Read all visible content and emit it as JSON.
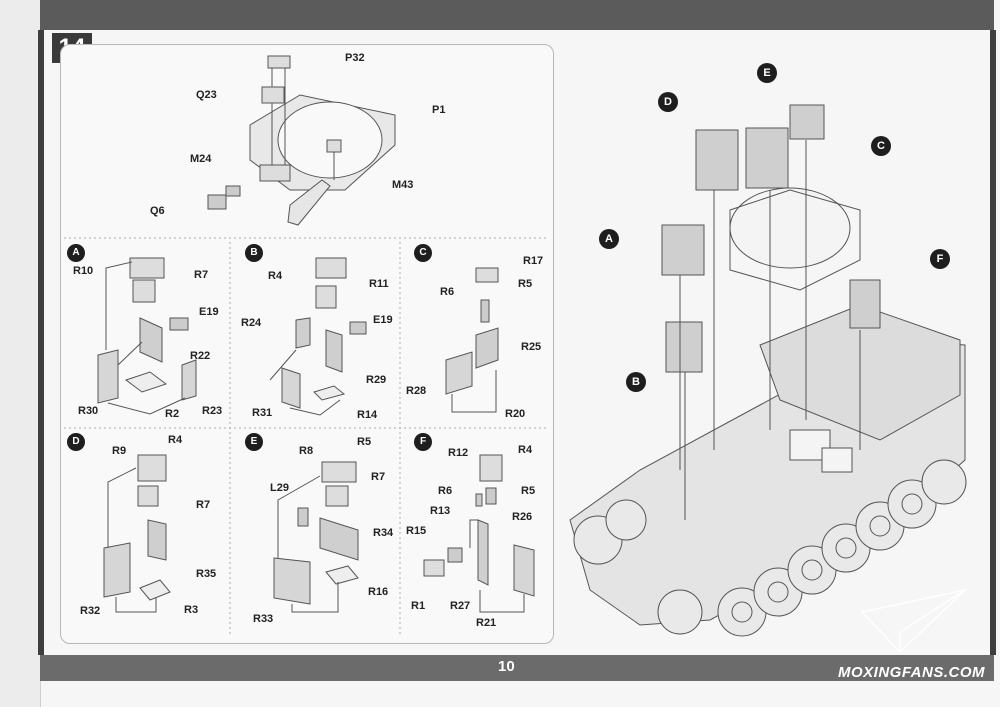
{
  "step_number": "14",
  "page_number": "10",
  "watermark": "MOXINGFANS.COM",
  "main_labels": {
    "p32": "P32",
    "q23": "Q23",
    "p1": "P1",
    "m24": "M24",
    "m43": "M43",
    "q6": "Q6"
  },
  "sub_steps": [
    {
      "badge": "A",
      "labels": [
        "R10",
        "R7",
        "E19",
        "R22",
        "R30",
        "R2",
        "R23"
      ]
    },
    {
      "badge": "B",
      "labels": [
        "R4",
        "R11",
        "E19",
        "R24",
        "R29",
        "R31",
        "R14"
      ]
    },
    {
      "badge": "C",
      "labels": [
        "R17",
        "R6",
        "R5",
        "R25",
        "R28",
        "R20"
      ]
    },
    {
      "badge": "D",
      "labels": [
        "R9",
        "R4",
        "R7",
        "R35",
        "R32",
        "R3"
      ]
    },
    {
      "badge": "E",
      "labels": [
        "R8",
        "R5",
        "R7",
        "L29",
        "R34",
        "R33",
        "R16"
      ]
    },
    {
      "badge": "F",
      "labels": [
        "R12",
        "R4",
        "R6",
        "R5",
        "R13",
        "R26",
        "R15",
        "R1",
        "R27",
        "R21"
      ]
    }
  ],
  "overview_badges": [
    "D",
    "E",
    "C",
    "A",
    "F",
    "B"
  ],
  "colors": {
    "band": "#5b5b5b",
    "badge": "#1e1e1e",
    "step_box": "#3a3a3a"
  }
}
